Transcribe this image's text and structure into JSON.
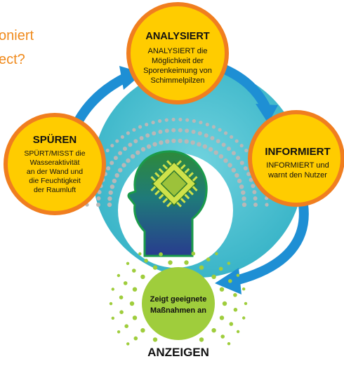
{
  "corner_text": {
    "line1": "oniert",
    "line2": "ect?"
  },
  "colors": {
    "accent_orange": "#f08a1c",
    "node_fill": "#ffcc00",
    "node_border": "#f07e1f",
    "teal_circle": "#4fc4d4",
    "arrow_blue": "#1e8fd4",
    "green_circle": "#9fcd3c",
    "dot_gray": "#b8b8b8",
    "dot_green": "#9fcd3c"
  },
  "nodes": {
    "analysiert": {
      "title": "ANALYSIERT",
      "lines": [
        "ANALYSIERT die",
        "Möglichkeit der",
        "Sporenkeimung von",
        "Schimmelpilzen"
      ]
    },
    "spueren": {
      "title": "SPÜREN",
      "lines": [
        "SPÜRT/MISST die",
        "Wasseraktivität",
        "an der Wand und",
        "die Feuchtigkeit",
        "der Raumluft"
      ]
    },
    "informiert": {
      "title": "INFORMIERT",
      "lines": [
        "INFORMIERT und",
        "warnt den Nutzer"
      ]
    },
    "anzeigen": {
      "lines": [
        "Zeigt geeignete",
        "Maßnahmen an"
      ],
      "caption": "ANZEIGEN"
    }
  },
  "icons": {
    "center": "head-with-chip-icon"
  }
}
